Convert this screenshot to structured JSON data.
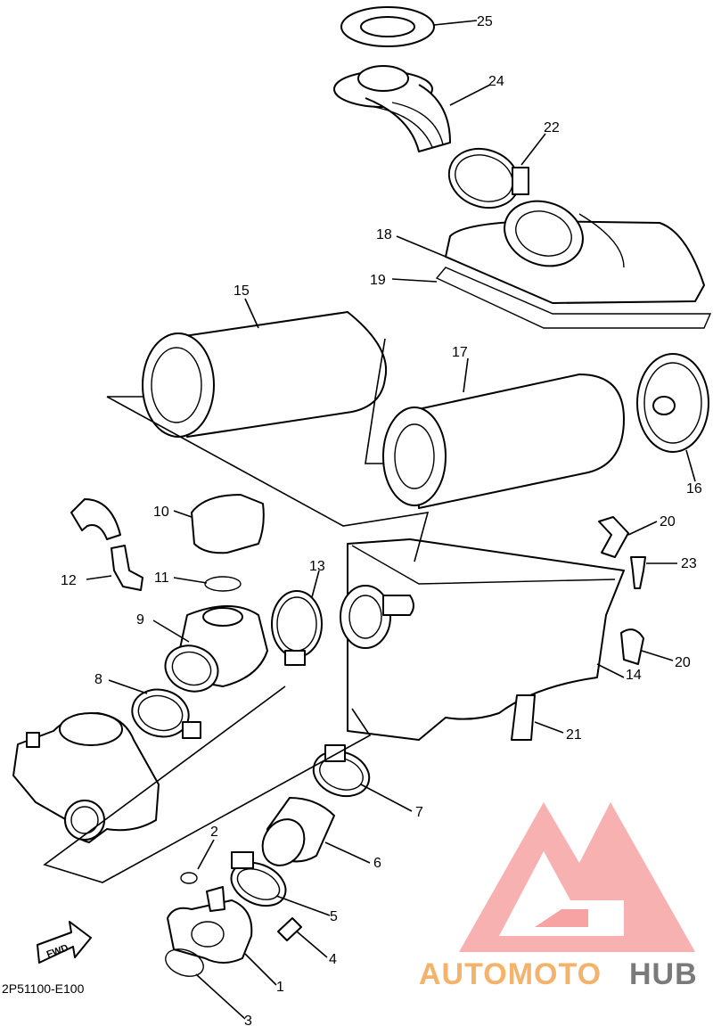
{
  "diagram": {
    "catalog_code": "2P51100-E100",
    "fwd_label": "FWD",
    "callouts": [
      "25",
      "24",
      "22",
      "18",
      "19",
      "15",
      "17",
      "16",
      "10",
      "20",
      "11",
      "23",
      "12",
      "13",
      "9",
      "20",
      "14",
      "8",
      "21",
      "2",
      "7",
      "6",
      "5",
      "4",
      "1",
      "3"
    ]
  },
  "watermark": {
    "text_a": "AUTOMOTO",
    "text_b": "HUB",
    "color_a": "#f5b26b",
    "color_b": "#7a7a7a",
    "logo_color": "#f28b8b"
  }
}
